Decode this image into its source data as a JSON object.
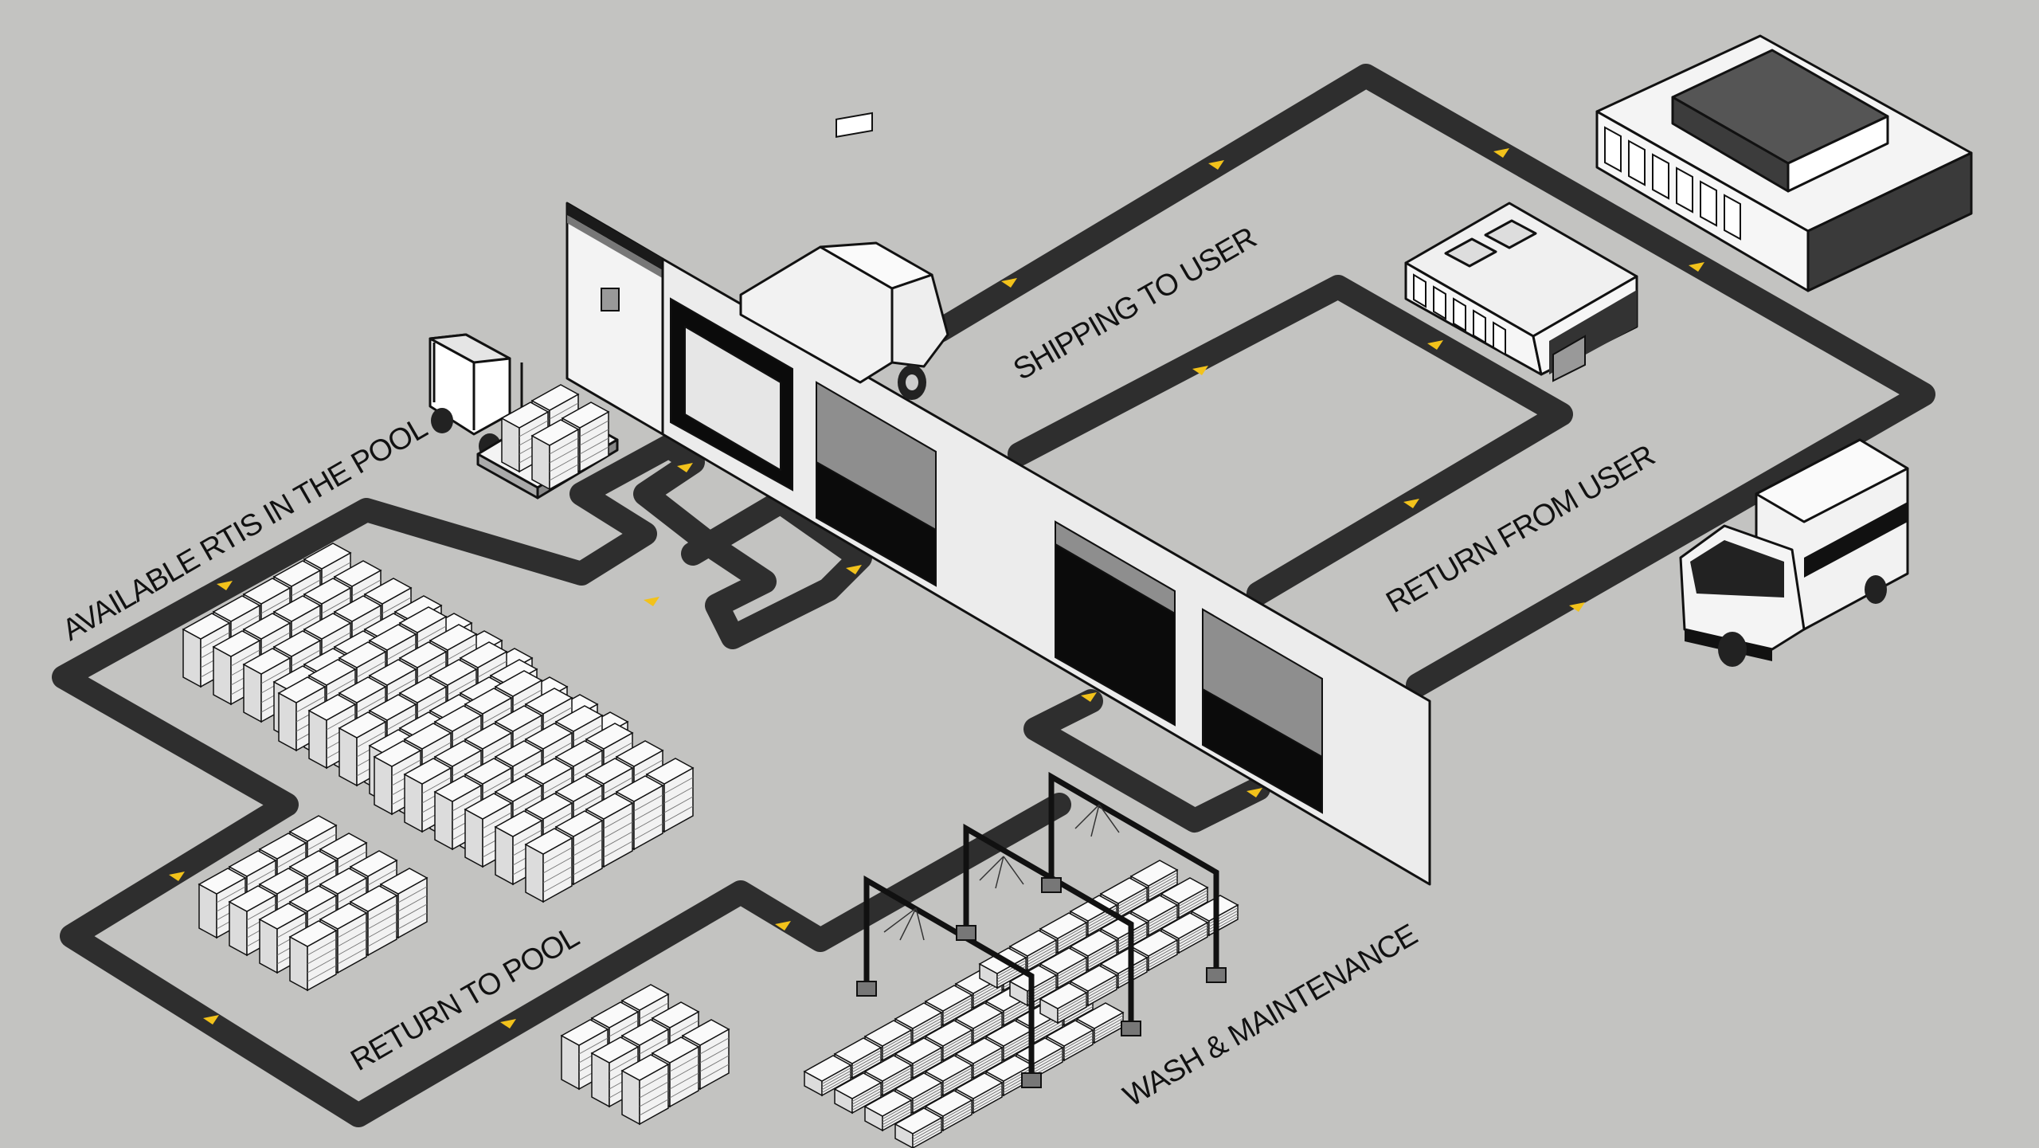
{
  "labels": {
    "available": "AVAILABLE RTIS IN THE POOL",
    "shipping": "SHIPPING TO USER",
    "return_user": "RETURN FROM USER",
    "return_pool": "RETURN TO POOL",
    "wash": "WASH & MAINTENANCE"
  },
  "colors": {
    "background": "#c3c3c1",
    "road": "#2e2e2e",
    "arrow": "#f2c21b",
    "wall": "#ececec",
    "door": "#0b0b0b",
    "roof": "#1a1a1a"
  },
  "icons": {
    "forklift": "forklift-icon",
    "box_truck": "box-truck-icon",
    "delivery_truck": "delivery-truck-icon",
    "large_building": "warehouse-building-icon",
    "small_building": "store-building-icon",
    "wash_station": "wash-gantry-icon",
    "crate": "crate-icon"
  }
}
